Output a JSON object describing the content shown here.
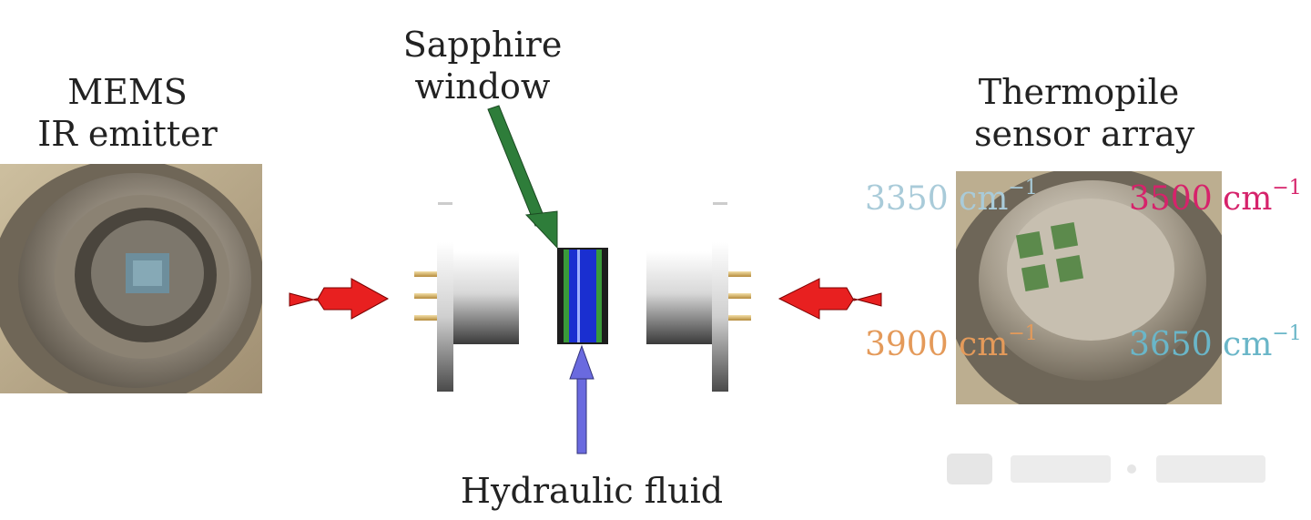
{
  "labels": {
    "mems_line1": "MEMS",
    "mems_line2": "IR emitter",
    "sapphire_line1": "Sapphire",
    "sapphire_line2": "window",
    "thermo_line1": "Thermopile",
    "thermo_line2": "sensor array",
    "hydraulic": "Hydraulic fluid"
  },
  "wavenumbers": [
    {
      "value": "3350 cm",
      "exp": "−1",
      "color": "#a9cbd9"
    },
    {
      "value": "3500 cm",
      "exp": "−1",
      "color": "#d6236b"
    },
    {
      "value": "3900 cm",
      "exp": "−1",
      "color": "#e49a5a"
    },
    {
      "value": "3650 cm",
      "exp": "−1",
      "color": "#6ab6c8"
    }
  ],
  "colors": {
    "arrow_red": "#e82020",
    "pointer_green": "#2e7d3a",
    "pointer_purple": "#6a6adf",
    "window_green": "#3a9a3a",
    "fluid_blue": "#1a2fd0"
  }
}
